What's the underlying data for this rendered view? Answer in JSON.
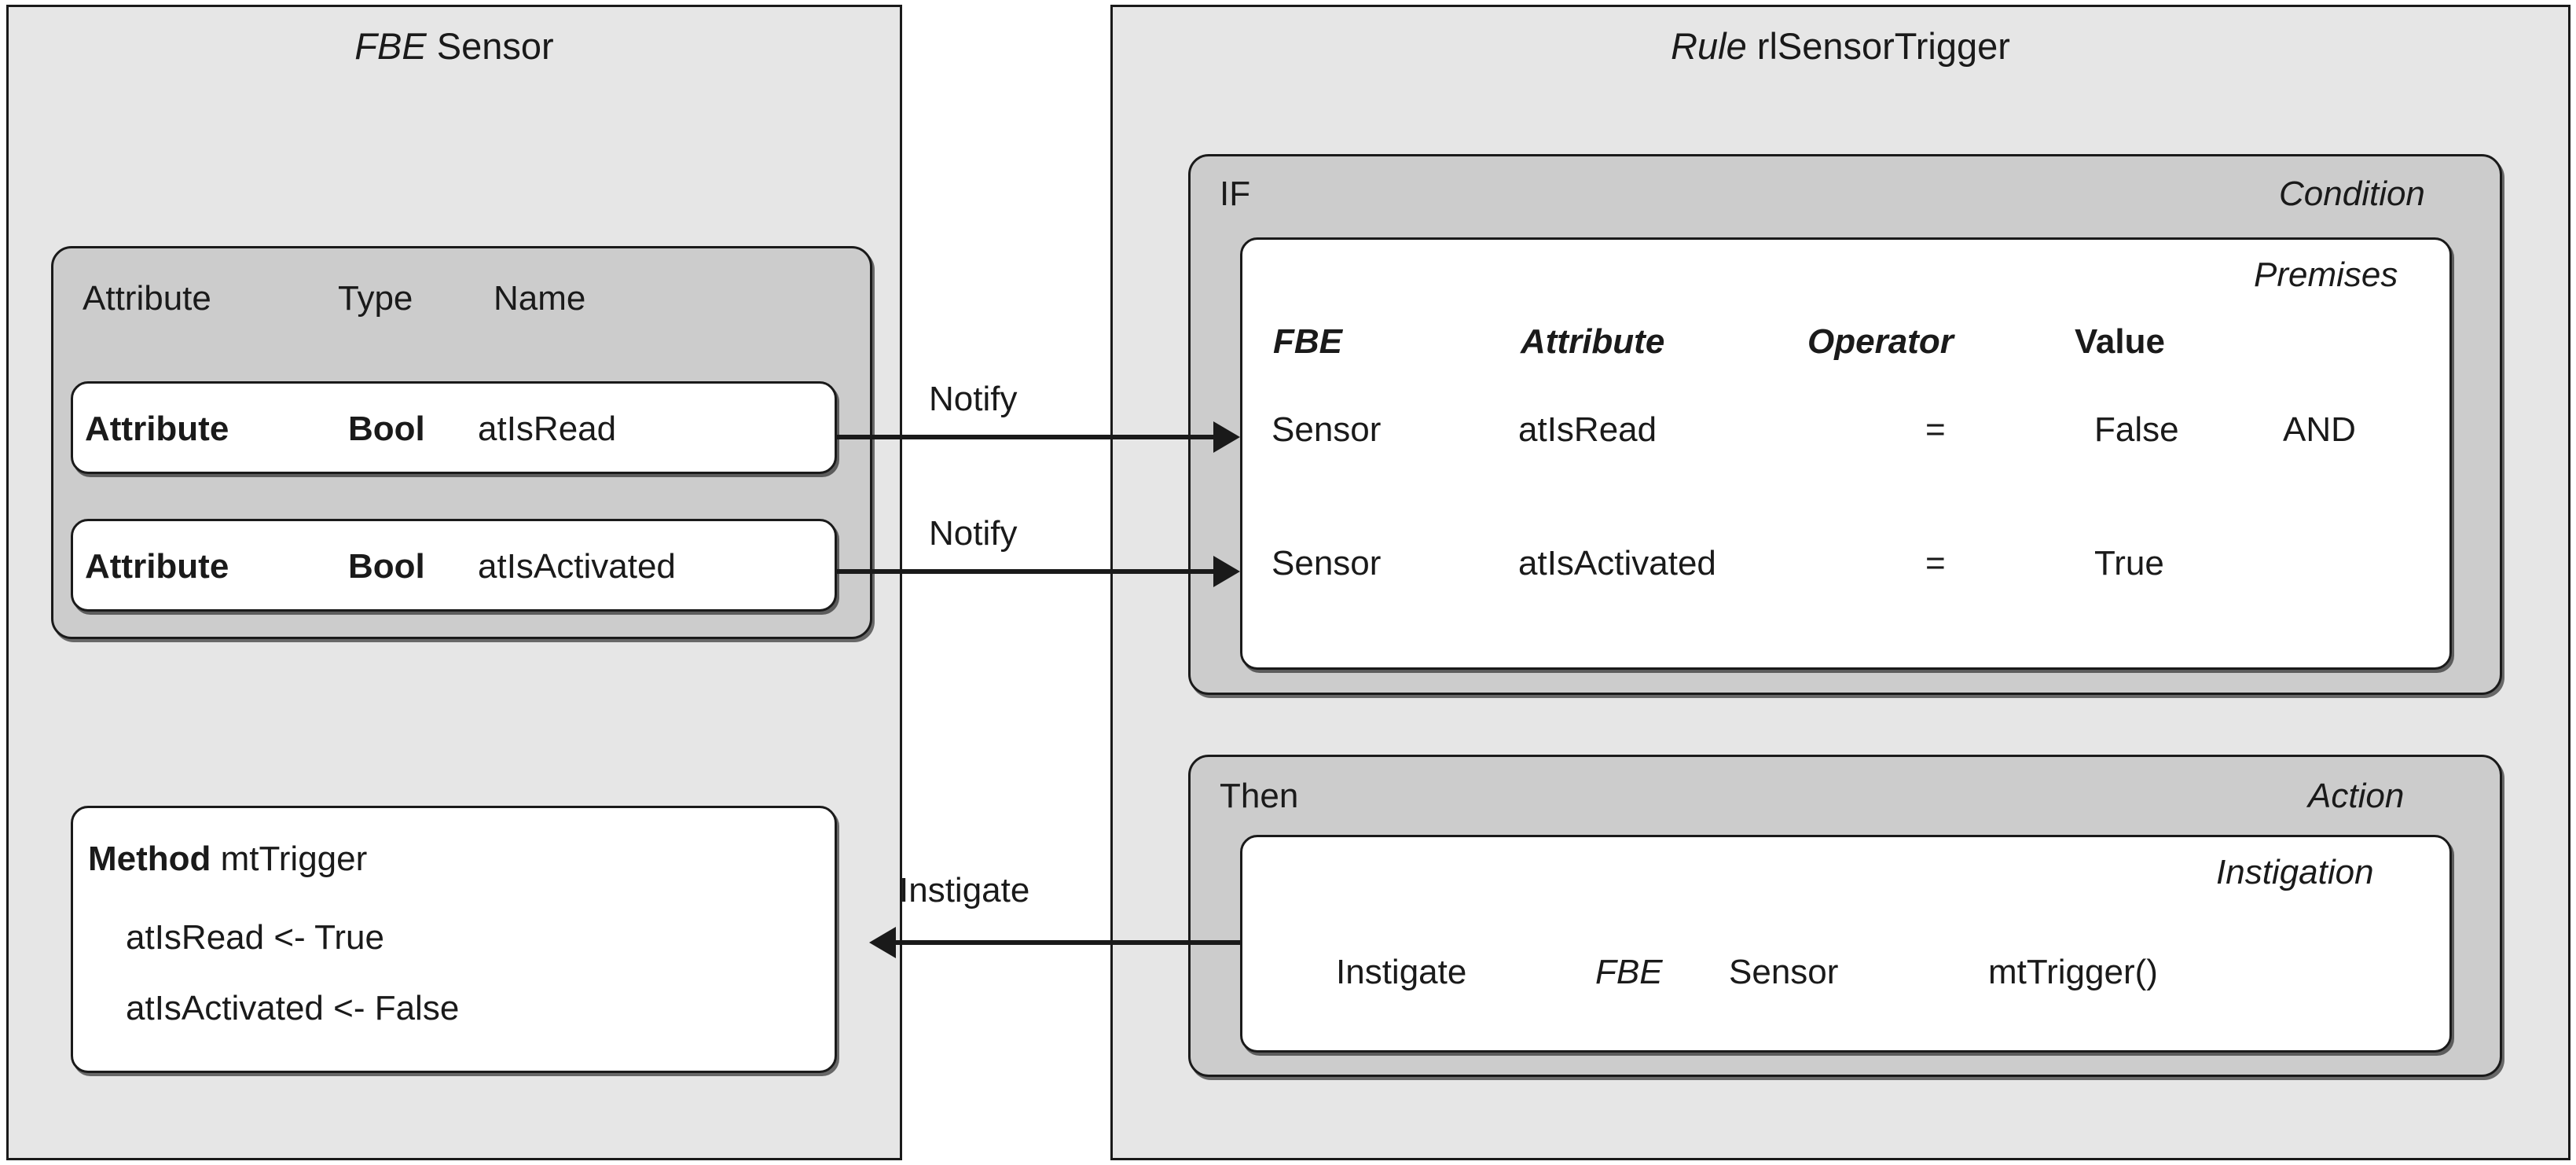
{
  "left_panel": {
    "title_italic": "FBE",
    "title_rest": "Sensor",
    "attribute_group": {
      "headers": [
        "Attribute",
        "Type",
        "Name"
      ],
      "rows": [
        {
          "kind": "Attribute",
          "type": "Bool",
          "name": "atIsRead"
        },
        {
          "kind": "Attribute",
          "type": "Bool",
          "name": "atIsActivated"
        }
      ]
    },
    "method_box": {
      "keyword": "Method",
      "name": "mtTrigger",
      "body_lines": [
        "atIsRead <- True",
        "atIsActivated <- False"
      ]
    }
  },
  "right_panel": {
    "title_italic": "Rule",
    "title_rest": "rlSensorTrigger",
    "condition": {
      "header_left": "IF",
      "header_right": "Condition",
      "inner_label": "Premises",
      "columns": [
        "FBE",
        "Attribute",
        "Operator",
        "Value"
      ],
      "rows": [
        {
          "fbe": "Sensor",
          "attribute": "atIsRead",
          "operator": "=",
          "value": "False",
          "connector": "AND"
        },
        {
          "fbe": "Sensor",
          "attribute": "atIsActivated",
          "operator": "=",
          "value": "True",
          "connector": ""
        }
      ]
    },
    "action": {
      "header_left": "Then",
      "header_right": "Action",
      "inner_label": "Instigation",
      "row": {
        "verb": "Instigate",
        "kind": "FBE",
        "target": "Sensor",
        "method": "mtTrigger()"
      }
    }
  },
  "connections": {
    "notify_1": "Notify",
    "notify_2": "Notify",
    "instigate": "Instigate"
  },
  "colors": {
    "panel_bg": "#e6e6e6",
    "group_bg": "#cccccc",
    "box_bg": "#ffffff",
    "stroke": "#1a1a1a"
  }
}
